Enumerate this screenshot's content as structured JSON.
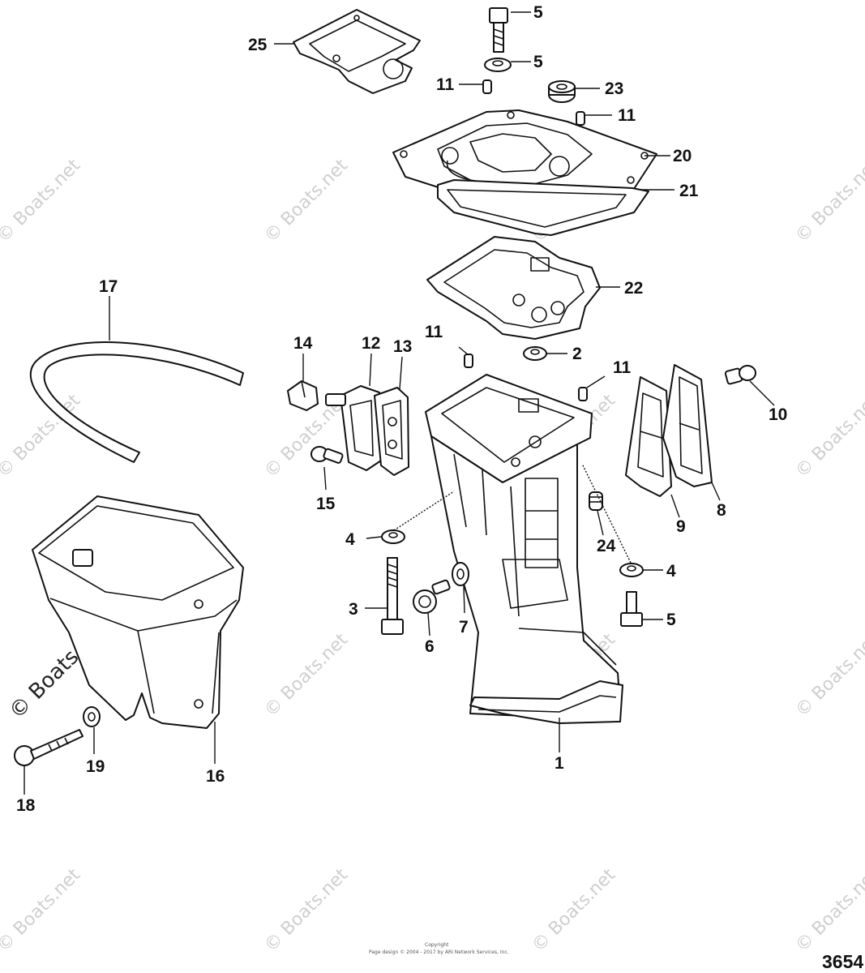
{
  "diagram": {
    "number": "3654",
    "copyright_line1": "Copyright",
    "copyright_line2": "Page design © 2004 - 2017 by ARI Network Services, Inc.",
    "watermark": "© Boats.net",
    "callouts": {
      "c1": "1",
      "c2": "2",
      "c3": "3",
      "c4a": "4",
      "c4b": "4",
      "c5a": "5",
      "c5b": "5",
      "c5c": "5",
      "c6": "6",
      "c7": "7",
      "c8": "8",
      "c9": "9",
      "c10": "10",
      "c11a": "11",
      "c11b": "11",
      "c11c": "11",
      "c11d": "11",
      "c12": "12",
      "c13": "13",
      "c14": "14",
      "c15": "15",
      "c16": "16",
      "c17": "17",
      "c18": "18",
      "c19": "19",
      "c20": "20",
      "c21": "21",
      "c22": "22",
      "c23": "23",
      "c24": "24",
      "c25": "25"
    }
  }
}
